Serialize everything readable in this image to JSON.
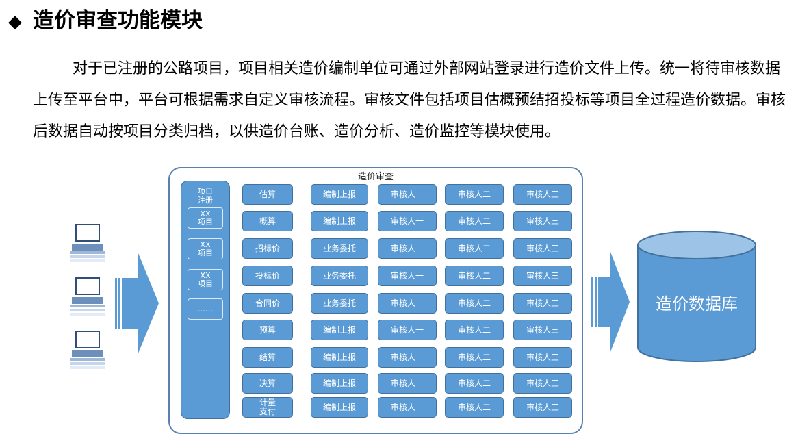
{
  "title": "造价审查功能模块",
  "paragraph": "对于已注册的公路项目，项目相关造价编制单位可通过外部网站登录进行造价文件上传。统一将待审核数据上传至平台中，平台可根据需求自定义审核流程。审核文件包括项目估概预结招投标等项目全过程造价数据。审核后数据自动按项目分类归档，以供造价台账、造价分析、造价监控等模块使用。",
  "diagram": {
    "box_title": "造价审查",
    "registration": {
      "title": "项目注册",
      "items": [
        "XX项目",
        "XX项目",
        "XX项目",
        "……"
      ]
    },
    "rows": [
      {
        "stage": "估算",
        "action": "编制上报",
        "r1": "审核人一",
        "r2": "审核人二",
        "r3": "审核人三"
      },
      {
        "stage": "概算",
        "action": "编制上报",
        "r1": "审核人一",
        "r2": "审核人二",
        "r3": "审核人三"
      },
      {
        "stage": "招标价",
        "action": "业务委托",
        "r1": "审核人一",
        "r2": "审核人二",
        "r3": "审核人三"
      },
      {
        "stage": "投标价",
        "action": "业务委托",
        "r1": "审核人一",
        "r2": "审核人二",
        "r3": "审核人三"
      },
      {
        "stage": "合同价",
        "action": "业务委托",
        "r1": "审核人一",
        "r2": "审核人二",
        "r3": "审核人三"
      },
      {
        "stage": "预算",
        "action": "编制上报",
        "r1": "审核人一",
        "r2": "审核人二",
        "r3": "审核人三"
      },
      {
        "stage": "结算",
        "action": "编制上报",
        "r1": "审核人一",
        "r2": "审核人二",
        "r3": "审核人三"
      },
      {
        "stage": "决算",
        "action": "编制上报",
        "r1": "审核人一",
        "r2": "审核人二",
        "r3": "审核人三"
      },
      {
        "stage": "计量支付",
        "action": "编制上报",
        "r1": "审核人一",
        "r2": "审核人二",
        "r3": "审核人三"
      }
    ],
    "database": "造价数据库",
    "colors": {
      "box_fill": "#5b9bd5",
      "box_border": "#41719c",
      "outline": "#5b7fb0"
    }
  }
}
